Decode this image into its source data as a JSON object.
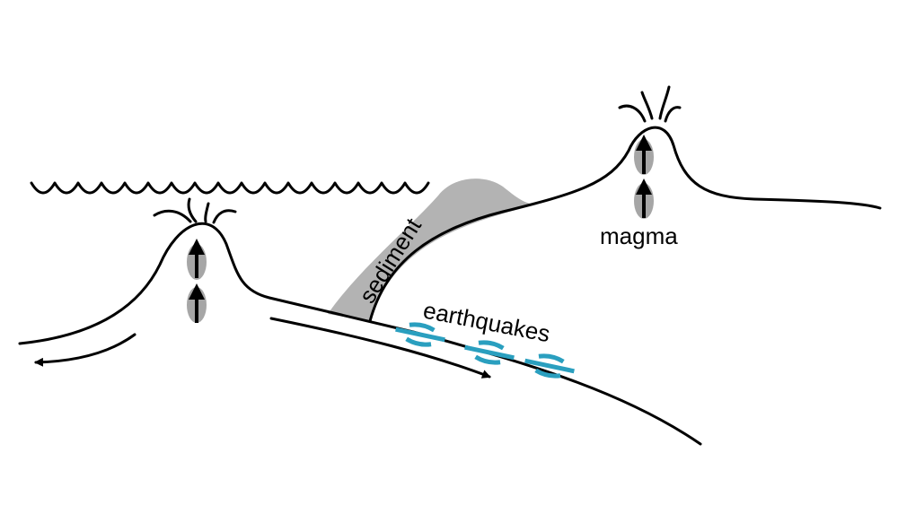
{
  "labels": {
    "sediment": "sediment",
    "earthquakes": "earthquakes",
    "magma": "magma"
  },
  "colors": {
    "sediment": "#b3b3b3",
    "magma": "#a6a6a6",
    "earthquake": "#2a9fbf",
    "line": "#000000"
  }
}
